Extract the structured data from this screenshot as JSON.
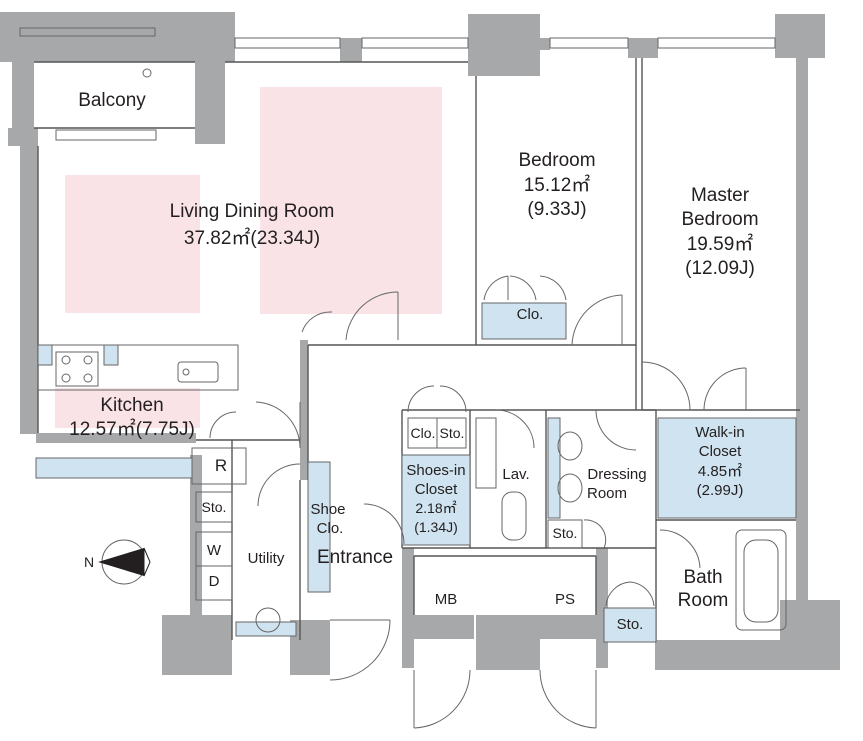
{
  "rooms": {
    "balcony": "Balcony",
    "living_name": "Living Dining Room",
    "living_area": "37.82㎡(23.34J)",
    "bedroom_name": "Bedroom",
    "bedroom_area": "15.12㎡",
    "bedroom_j": "(9.33J)",
    "master_1": "Master",
    "master_2": "Bedroom",
    "master_area": "19.59㎡",
    "master_j": "(12.09J)",
    "kitchen_name": "Kitchen",
    "kitchen_area": "12.57㎡(7.75J)",
    "clo": "Clo.",
    "clo_small": "Clo.",
    "sto_small": "Sto.",
    "walkin_1": "Walk-in",
    "walkin_2": "Closet",
    "walkin_area": "4.85㎡",
    "walkin_j": "(2.99J)",
    "shoesin_1": "Shoes-in",
    "shoesin_2": "Closet",
    "shoesin_area": "2.18㎡",
    "shoesin_j": "(1.34J)",
    "lav": "Lav.",
    "dressing_1": "Dressing",
    "dressing_2": "Room",
    "r": "R",
    "sto_utility": "Sto.",
    "sto_dressing": "Sto.",
    "sto_bath": "Sto.",
    "shoe_1": "Shoe",
    "shoe_2": "Clo.",
    "w": "W",
    "d": "D",
    "utility": "Utility",
    "entrance": "Entrance",
    "mb": "MB",
    "ps": "PS",
    "bath_1": "Bath",
    "bath_2": "Room"
  },
  "compass": {
    "north_label": "N"
  },
  "colors": {
    "wall": "#a7a8aa",
    "pink": "#f9e3e6",
    "blue": "#cfe3f0"
  }
}
